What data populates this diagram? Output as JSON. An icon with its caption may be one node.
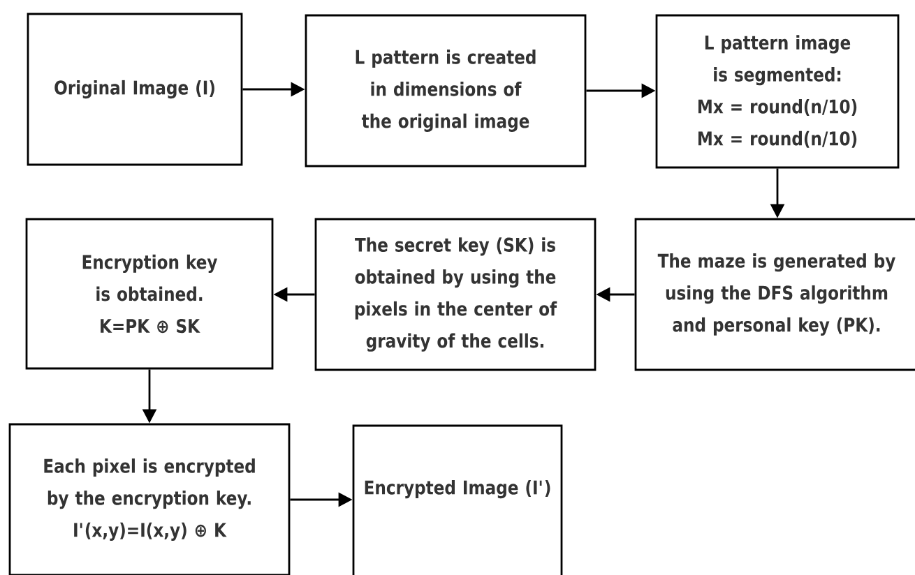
{
  "diagram": {
    "nodes": [
      {
        "text": [
          "Original Image (I)"
        ]
      },
      {
        "text": [
          "L pattern is created in dimensions of the original image"
        ]
      },
      {
        "text": [
          "L pattern image is segmented:",
          "Mx = round(n/10)",
          "Mx = round(n/10)"
        ]
      },
      {
        "text": [
          "The maze is generated by using the DFS algorithm and personal key (PK)."
        ]
      },
      {
        "text": [
          "The secret key (SK) is obtained by using the pixels in the center of gravity of the cells."
        ]
      },
      {
        "text": [
          "Encryption key is obtained.",
          "K=PK ⊕ SK"
        ]
      },
      {
        "text": [
          "Each pixel is encrypted by the encryption key.",
          "I'(x,y)=I(x,y) ⊕ K"
        ]
      },
      {
        "text": [
          "Encrypted Image (I')"
        ]
      }
    ],
    "edges": [
      {
        "from": 0,
        "to": 1,
        "arrow": "to"
      },
      {
        "from": 1,
        "to": 2,
        "arrow": "to"
      },
      {
        "from": 2,
        "to": 3,
        "arrow": "to"
      },
      {
        "from": 3,
        "to": 4,
        "arrow": "to"
      },
      {
        "from": 4,
        "to": 5,
        "arrow": "to"
      },
      {
        "from": 5,
        "to": 6,
        "arrow": "to"
      },
      {
        "from": 6,
        "to": 7,
        "arrow": "to"
      }
    ]
  }
}
